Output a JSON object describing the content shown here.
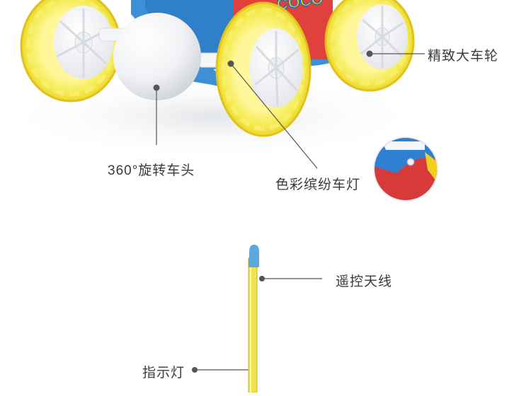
{
  "callouts": {
    "wheels": "精致大车轮",
    "rotating_head": "360°旋转车头",
    "lights": "色彩缤纷车灯",
    "antenna": "遥控天线",
    "indicator": "指示灯"
  },
  "product": {
    "body_lettering": "COCO"
  },
  "colors": {
    "wheel_yellow": "#f3e94a",
    "wheel_rim": "#ffffff",
    "body_red": "#e0413c",
    "body_blue": "#3e8fd6",
    "antenna_yellow": "#f2e24b",
    "antenna_tip": "#5aa8dc",
    "leader_line": "#555555"
  }
}
